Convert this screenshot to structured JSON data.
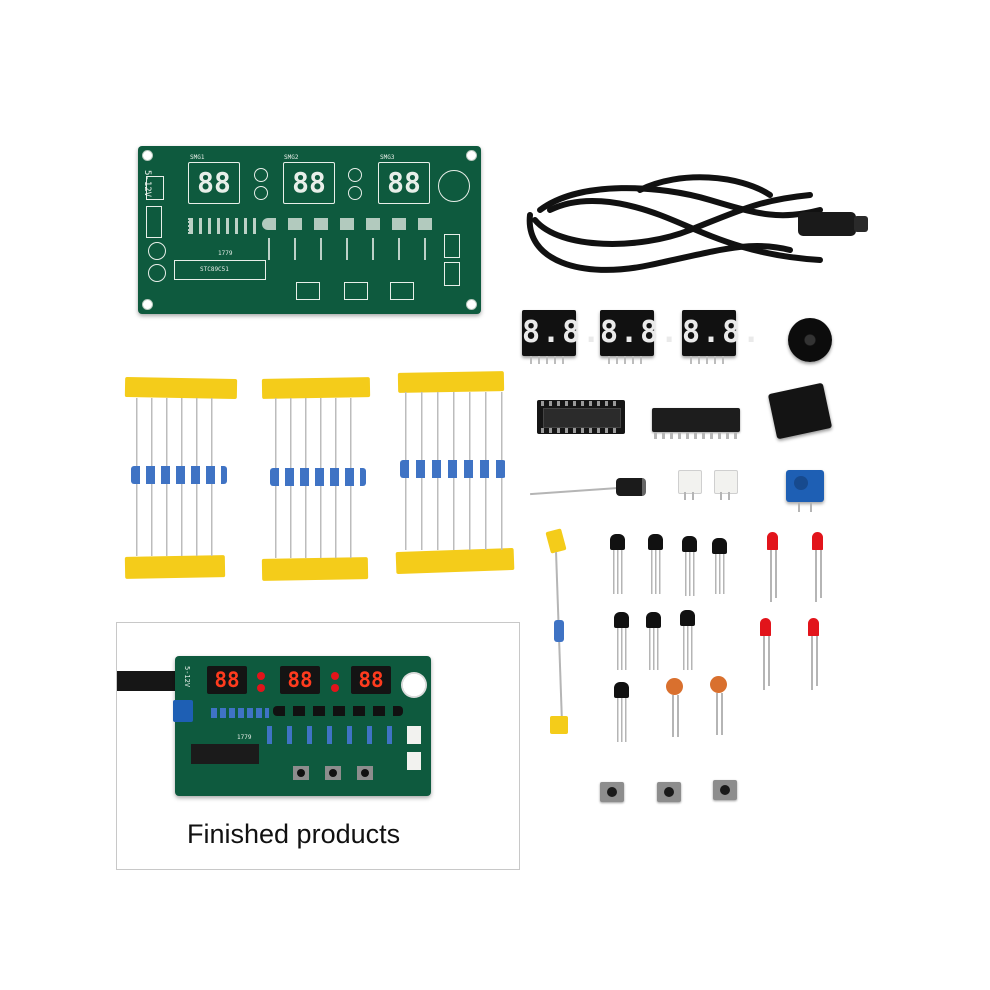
{
  "caption": {
    "text": "Finished products"
  },
  "bare_pcb": {
    "labels": {
      "power": "5-12V",
      "chip": "STC89C51",
      "model": "1779",
      "digits_left": "88",
      "digits_mid": "88",
      "digits_right": "88",
      "smg1": "SMG1",
      "smg2": "SMG2",
      "smg3": "SMG3"
    }
  },
  "finished_pcb": {
    "display_left": "88",
    "display_mid": "88",
    "display_right": "88",
    "power": "5-12V",
    "model": "1779"
  },
  "loose_displays": {
    "d1": "8.8.",
    "d2": "8.8.",
    "d3": "8.8."
  },
  "colors": {
    "pcb": "#0e5a3e",
    "tape": "#f4cc1a",
    "led": "#e2141b",
    "display_lit": "#ff3b1e",
    "trimmer": "#1e5fb4"
  }
}
